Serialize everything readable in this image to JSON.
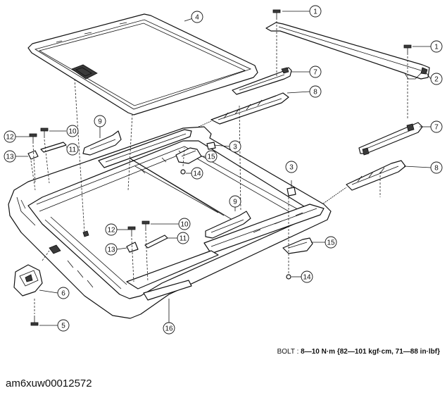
{
  "callouts": [
    {
      "id": "c1a",
      "label": "1"
    },
    {
      "id": "c1b",
      "label": "1"
    },
    {
      "id": "c2",
      "label": "2"
    },
    {
      "id": "c3a",
      "label": "3"
    },
    {
      "id": "c3b",
      "label": "3"
    },
    {
      "id": "c4",
      "label": "4"
    },
    {
      "id": "c5",
      "label": "5"
    },
    {
      "id": "c6",
      "label": "6"
    },
    {
      "id": "c7a",
      "label": "7"
    },
    {
      "id": "c7b",
      "label": "7"
    },
    {
      "id": "c8a",
      "label": "8"
    },
    {
      "id": "c8b",
      "label": "8"
    },
    {
      "id": "c9a",
      "label": "9"
    },
    {
      "id": "c9b",
      "label": "9"
    },
    {
      "id": "c10a",
      "label": "10"
    },
    {
      "id": "c10b",
      "label": "10"
    },
    {
      "id": "c11a",
      "label": "11"
    },
    {
      "id": "c11b",
      "label": "11"
    },
    {
      "id": "c12a",
      "label": "12"
    },
    {
      "id": "c12b",
      "label": "12"
    },
    {
      "id": "c13a",
      "label": "13"
    },
    {
      "id": "c13b",
      "label": "13"
    },
    {
      "id": "c14a",
      "label": "14"
    },
    {
      "id": "c14b",
      "label": "14"
    },
    {
      "id": "c15a",
      "label": "15"
    },
    {
      "id": "c15b",
      "label": "15"
    },
    {
      "id": "c16",
      "label": "16"
    }
  ],
  "spec": {
    "prefix": "BOLT : ",
    "torque": "8—10 N·m {82—101 kgf·cm, 71—88 in·lbf}"
  },
  "image_code": "am6xuw00012572"
}
